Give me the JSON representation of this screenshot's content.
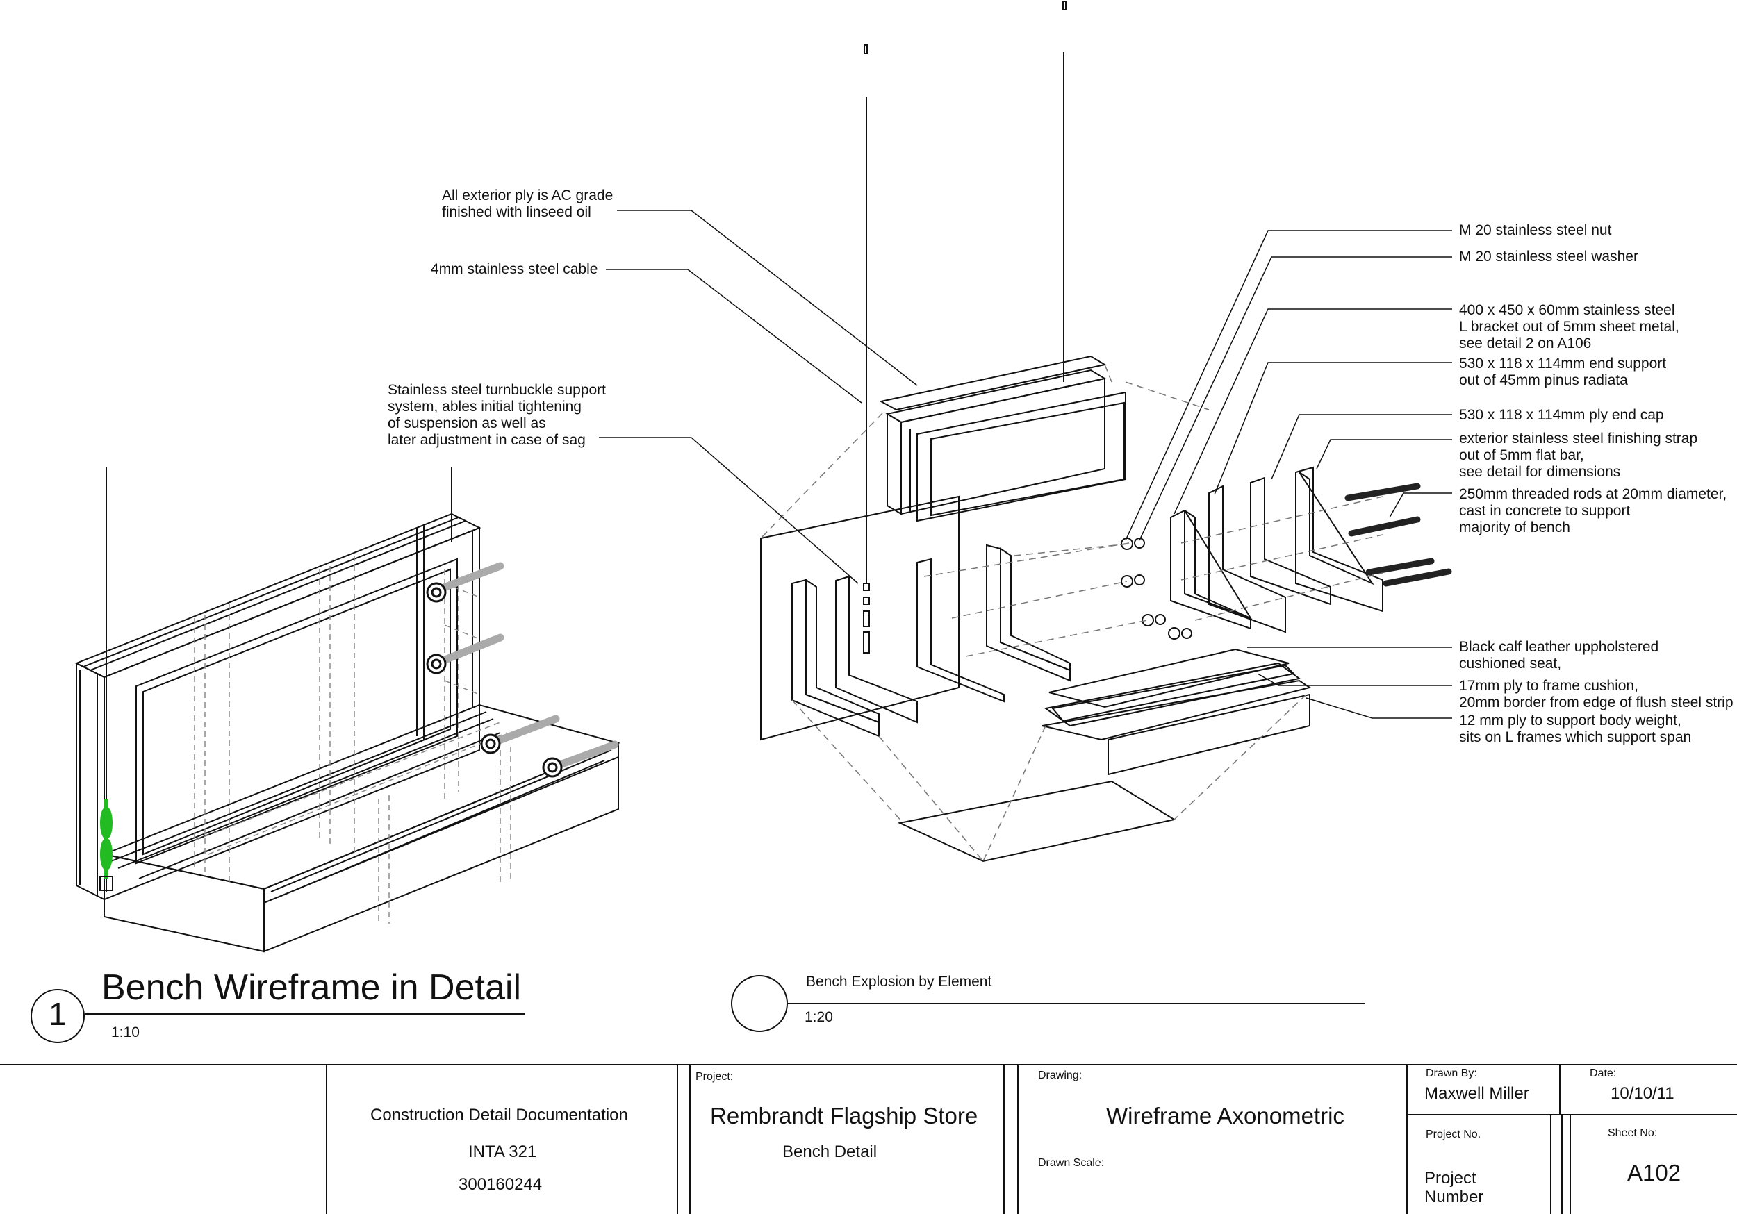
{
  "detail1": {
    "number": "1",
    "title": "Bench Wireframe in Detail",
    "scale": "1:10"
  },
  "detail2": {
    "title": "Bench Explosion by Element",
    "scale": "1:20"
  },
  "annotations": {
    "left": [
      {
        "lines": [
          "All exterior ply is AC grade",
          "finished with linseed oil"
        ]
      },
      {
        "lines": [
          "4mm stainless steel cable"
        ]
      },
      {
        "lines": [
          "Stainless steel turnbuckle support",
          "system, ables initial tightening",
          "of suspension as well as",
          " later adjustment in case of sag"
        ]
      }
    ],
    "right": [
      {
        "lines": [
          "M 20 stainless steel nut"
        ]
      },
      {
        "lines": [
          "M 20 stainless steel washer"
        ]
      },
      {
        "lines": [
          "400 x 450 x 60mm stainless steel",
          "L bracket out of 5mm sheet metal,",
          "see detail 2 on A106"
        ]
      },
      {
        "lines": [
          "530 x 118 x 114mm end support",
          "out of 45mm pinus radiata"
        ]
      },
      {
        "lines": [
          "530 x 118 x 114mm ply end cap"
        ]
      },
      {
        "lines": [
          "exterior stainless steel finishing strap",
          "out of 5mm flat bar,",
          "see detail for dimensions"
        ]
      },
      {
        "lines": [
          "250mm threaded rods at 20mm diameter,",
          "cast in concrete to support",
          "majority of bench"
        ]
      },
      {
        "lines": [
          "Black calf leather uppholstered",
          "cushioned seat,"
        ]
      },
      {
        "lines": [
          "17mm ply to frame cushion,",
          "20mm border from edge of flush steel strip"
        ]
      },
      {
        "lines": [
          "12 mm ply to support body weight,",
          "sits on L frames which support span"
        ]
      }
    ]
  },
  "title_block": {
    "course": "Construction Detail Documentation",
    "course_code": "INTA 321",
    "student_id": "300160244",
    "project_label": "Project:",
    "project_name": "Rembrandt Flagship Store",
    "project_sub": "Bench Detail",
    "drawing_label": "Drawing:",
    "drawing_name": "Wireframe Axonometric",
    "drawn_scale_label": "Drawn Scale:",
    "drawn_by_label": "Drawn By:",
    "drawn_by": "Maxwell Miller",
    "date_label": "Date:",
    "date": "10/10/11",
    "project_no_label": "Project No.",
    "project_no_line1": "Project",
    "project_no_line2": "Number",
    "sheet_no_label": "Sheet No:",
    "sheet_no": "A102"
  },
  "colors": {
    "line": "#111111",
    "hidden": "#8a8a8a",
    "turnbuckle": "#22bb22",
    "rod": "#222222"
  }
}
